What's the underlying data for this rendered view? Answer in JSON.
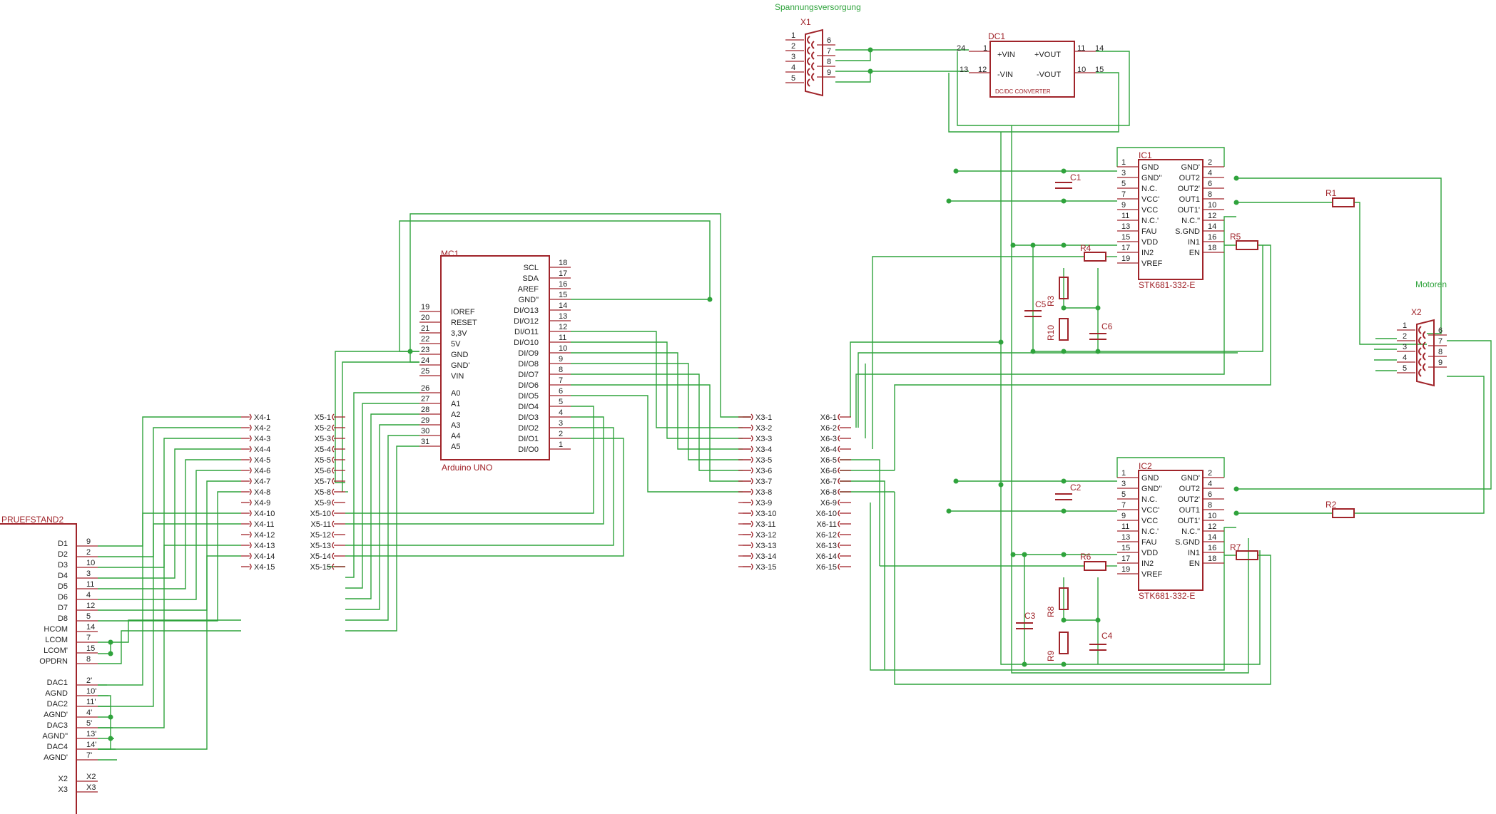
{
  "labels": {
    "power": "Spannungsversorgung",
    "motors": "Motoren"
  },
  "x1": {
    "name": "X1",
    "left": [
      "1",
      "2",
      "3",
      "4",
      "5"
    ],
    "right": [
      "6",
      "7",
      "8",
      "9"
    ]
  },
  "x2": {
    "name": "X2",
    "left": [
      "1",
      "2",
      "3",
      "4",
      "5"
    ],
    "right": [
      "6",
      "7",
      "8",
      "9"
    ]
  },
  "dc1": {
    "name": "DC1",
    "tl": "+VIN",
    "tr": "+VOUT",
    "bl": "-VIN",
    "br": "-VOUT",
    "sub": "DC/DC CONVERTER",
    "pins": {
      "a": "24",
      "b": "1",
      "c": "11",
      "d": "14",
      "e": "13",
      "f": "12",
      "g": "10",
      "h": "15"
    }
  },
  "mc1": {
    "name": "MC1",
    "value": "Arduino UNO",
    "lnum": [
      "19",
      "20",
      "21",
      "22",
      "23",
      "24",
      "25",
      "26",
      "27",
      "28",
      "29",
      "30",
      "31"
    ],
    "lnames": [
      "IOREF",
      "RESET",
      "3,3V",
      "5V",
      "GND",
      "GND'",
      "VIN",
      "A0",
      "A1",
      "A2",
      "A3",
      "A4",
      "A5"
    ],
    "rnum": [
      "18",
      "17",
      "16",
      "15",
      "14",
      "13",
      "12",
      "11",
      "10",
      "9",
      "8",
      "7",
      "6",
      "5",
      "4",
      "3",
      "2",
      "1"
    ],
    "rnames": [
      "SCL",
      "SDA",
      "AREF",
      "GND\"",
      "DI/O13",
      "DI/O12",
      "DI/O11",
      "DI/O10",
      "DI/O9",
      "DI/O8",
      "DI/O7",
      "DI/O6",
      "DI/O5",
      "DI/O4",
      "DI/O3",
      "DI/O2",
      "DI/O1",
      "DI/O0"
    ]
  },
  "stk": {
    "lnum": [
      "1",
      "3",
      "5",
      "7",
      "9",
      "11",
      "13",
      "15",
      "17",
      "19"
    ],
    "lnames": [
      "GND",
      "GND\"",
      "N.C.",
      "VCC'",
      "VCC",
      "N.C.'",
      "FAU",
      "VDD",
      "IN2",
      "VREF"
    ],
    "rnames": [
      "GND'",
      "OUT2",
      "OUT2'",
      "OUT1",
      "OUT1'",
      "N.C.\"",
      "S.GND",
      "IN1",
      "EN"
    ],
    "rnum": [
      "2",
      "4",
      "6",
      "8",
      "10",
      "12",
      "14",
      "16",
      "18"
    ]
  },
  "ic1": {
    "name": "IC1",
    "value": "STK681-332-E"
  },
  "ic2": {
    "name": "IC2",
    "value": "STK681-332-E"
  },
  "bus": {
    "x4": [
      "X4-1",
      "X4-2",
      "X4-3",
      "X4-4",
      "X4-5",
      "X4-6",
      "X4-7",
      "X4-8",
      "X4-9",
      "X4-10",
      "X4-11",
      "X4-12",
      "X4-13",
      "X4-14",
      "X4-15"
    ],
    "x5": [
      "X5-1",
      "X5-2",
      "X5-3",
      "X5-4",
      "X5-5",
      "X5-6",
      "X5-7",
      "X5-8",
      "X5-9",
      "X5-10",
      "X5-11",
      "X5-12",
      "X5-13",
      "X5-14",
      "X5-15"
    ],
    "x3": [
      "X3-1",
      "X3-2",
      "X3-3",
      "X3-4",
      "X3-5",
      "X3-6",
      "X3-7",
      "X3-8",
      "X3-9",
      "X3-10",
      "X3-11",
      "X3-12",
      "X3-13",
      "X3-14",
      "X3-15"
    ],
    "x6": [
      "X6-1",
      "X6-2",
      "X6-3",
      "X6-4",
      "X6-5",
      "X6-6",
      "X6-7",
      "X6-8",
      "X6-9",
      "X6-10",
      "X6-11",
      "X6-12",
      "X6-13",
      "X6-14",
      "X6-15"
    ]
  },
  "pruef": {
    "name": "PRUEFSTAND2",
    "a": [
      [
        "D1",
        "9"
      ],
      [
        "D2",
        "2"
      ],
      [
        "D3",
        "10"
      ],
      [
        "D4",
        "3"
      ],
      [
        "D5",
        "11"
      ],
      [
        "D6",
        "4"
      ],
      [
        "D7",
        "12"
      ],
      [
        "D8",
        "5"
      ],
      [
        "HCOM",
        "14"
      ],
      [
        "LCOM",
        "7"
      ],
      [
        "LCOM'",
        "15"
      ],
      [
        "OPDRN",
        "8"
      ]
    ],
    "b": [
      [
        "DAC1",
        "2'"
      ],
      [
        "AGND",
        "10'"
      ],
      [
        "DAC2",
        "11'"
      ],
      [
        "AGND'",
        "4'"
      ],
      [
        "DAC3",
        "5'"
      ],
      [
        "AGND\"",
        "13'"
      ],
      [
        "DAC4",
        "14'"
      ],
      [
        "AGND'",
        "7'"
      ]
    ],
    "c": [
      [
        "X2",
        "X2"
      ],
      [
        "X3",
        "X3"
      ]
    ]
  },
  "parts": {
    "r1": "R1",
    "r2": "R2",
    "r3": "R3",
    "r4": "R4",
    "r5": "R5",
    "r6": "R6",
    "r7": "R7",
    "r8": "R8",
    "r9": "R9",
    "r10": "R10",
    "c1": "C1",
    "c2": "C2",
    "c3": "C3",
    "c4": "C4",
    "c5": "C5",
    "c6": "C6"
  }
}
